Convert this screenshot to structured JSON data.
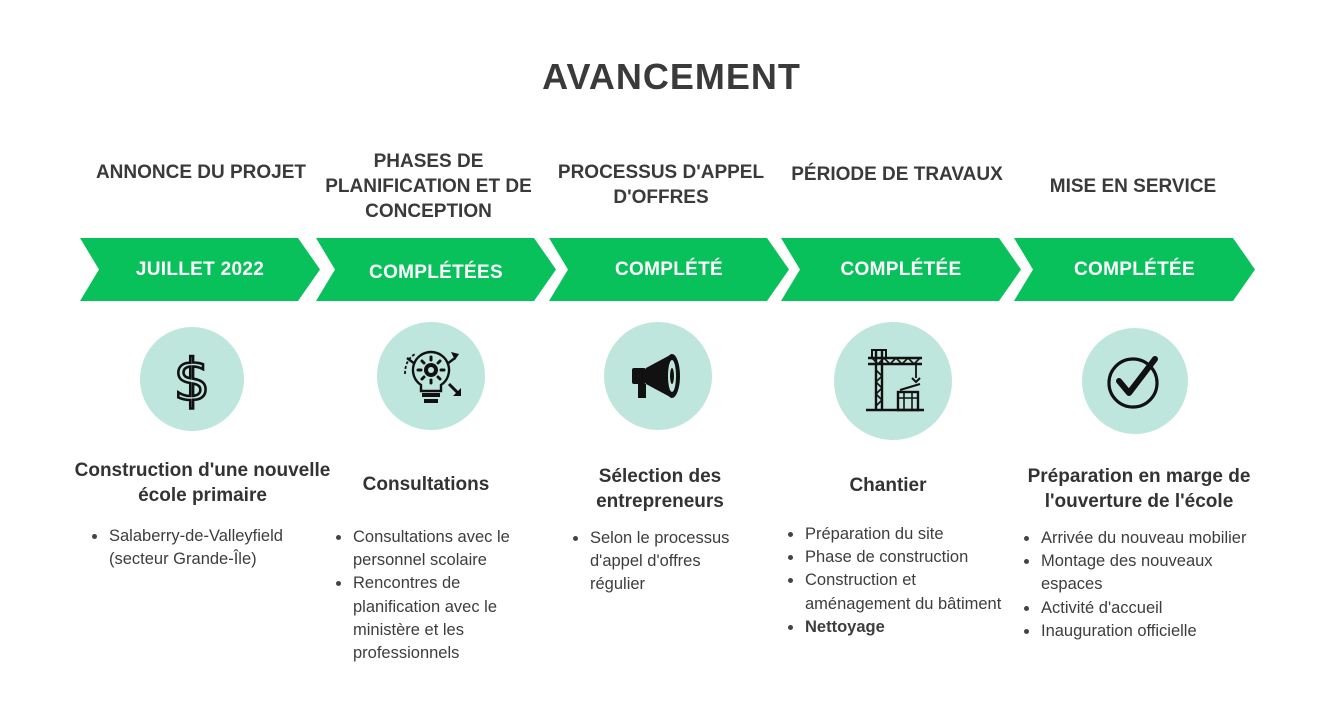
{
  "title": "AVANCEMENT",
  "colors": {
    "chevron": "#08c15b",
    "icon_bg": "#bfe6dc",
    "text": "#3a3a3a"
  },
  "phases": [
    {
      "title": "ANNONCE DU PROJET",
      "status": "JUILLET 2022",
      "icon": "dollar-icon",
      "heading": "Construction d'une nouvelle école primaire",
      "bullets": [
        "Salaberry-de-Valleyfield (secteur Grande-Île)"
      ]
    },
    {
      "title": "PHASES DE PLANIFICATION ET DE CONCEPTION",
      "status": "COMPLÉTÉES",
      "icon": "lightbulb-gear-icon",
      "heading": "Consultations",
      "bullets": [
        "Consultations avec le personnel scolaire",
        "Rencontres de planification avec le ministère et les professionnels"
      ]
    },
    {
      "title": "PROCESSUS D'APPEL D'OFFRES",
      "status": "COMPLÉTÉ",
      "icon": "megaphone-icon",
      "heading": "Sélection des entrepreneurs",
      "bullets": [
        "Selon le processus d'appel d'offres régulier"
      ]
    },
    {
      "title": "PÉRIODE DE TRAVAUX",
      "status": "COMPLÉTÉE",
      "icon": "crane-icon",
      "heading": "Chantier",
      "bullets": [
        "Préparation du site",
        "Phase de construction",
        "Construction et aménagement du bâtiment",
        "Nettoyage"
      ]
    },
    {
      "title": "MISE EN SERVICE",
      "status": "COMPLÉTÉE",
      "icon": "checkmark-icon",
      "heading": "Préparation en marge de l'ouverture de l'école",
      "bullets": [
        "Arrivée du nouveau mobilier",
        "Montage des nouveaux espaces",
        "Activité d'accueil",
        "Inauguration officielle"
      ]
    }
  ]
}
